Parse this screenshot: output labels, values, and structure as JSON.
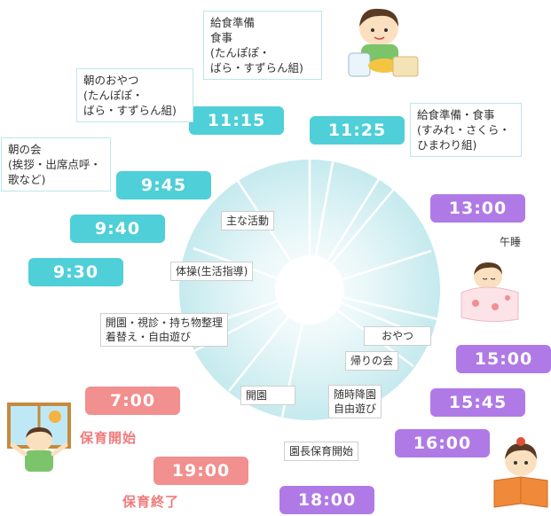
{
  "times": {
    "t1115": "11:15",
    "t1125": "11:25",
    "t945": "9:45",
    "t940": "9:40",
    "t930": "9:30",
    "t1300": "13:00",
    "t1500": "15:00",
    "t1545": "15:45",
    "t1600": "16:00",
    "t1800": "18:00",
    "t700": "7:00",
    "t1900": "19:00"
  },
  "notes": {
    "lunch_prep_small": "給食準備\n食事\n(たんぽぽ・\nばら・すずらん組)",
    "morning_snack": "朝のおやつ\n(たんぽぽ・\nばら・すずらん組)",
    "lunch_prep_big": "給食準備・食事\n(すみれ・さくら・\nひまわり組)",
    "morning_meeting": "朝の会\n(挨拶・出席点呼・\n歌など)"
  },
  "clock_labels": {
    "main_activity": "主な活動",
    "exercise": "体操(生活指導)",
    "opening": "開園・視診・持ち物整理\n着替え・自由遊び",
    "snack": "おやつ",
    "going_home": "帰りの会",
    "free_play": "随時降園\n自由遊び",
    "open": "開園",
    "director": "園長保育開始"
  },
  "nap": "午睡",
  "care_start": "保育開始",
  "care_end": "保育終了"
}
